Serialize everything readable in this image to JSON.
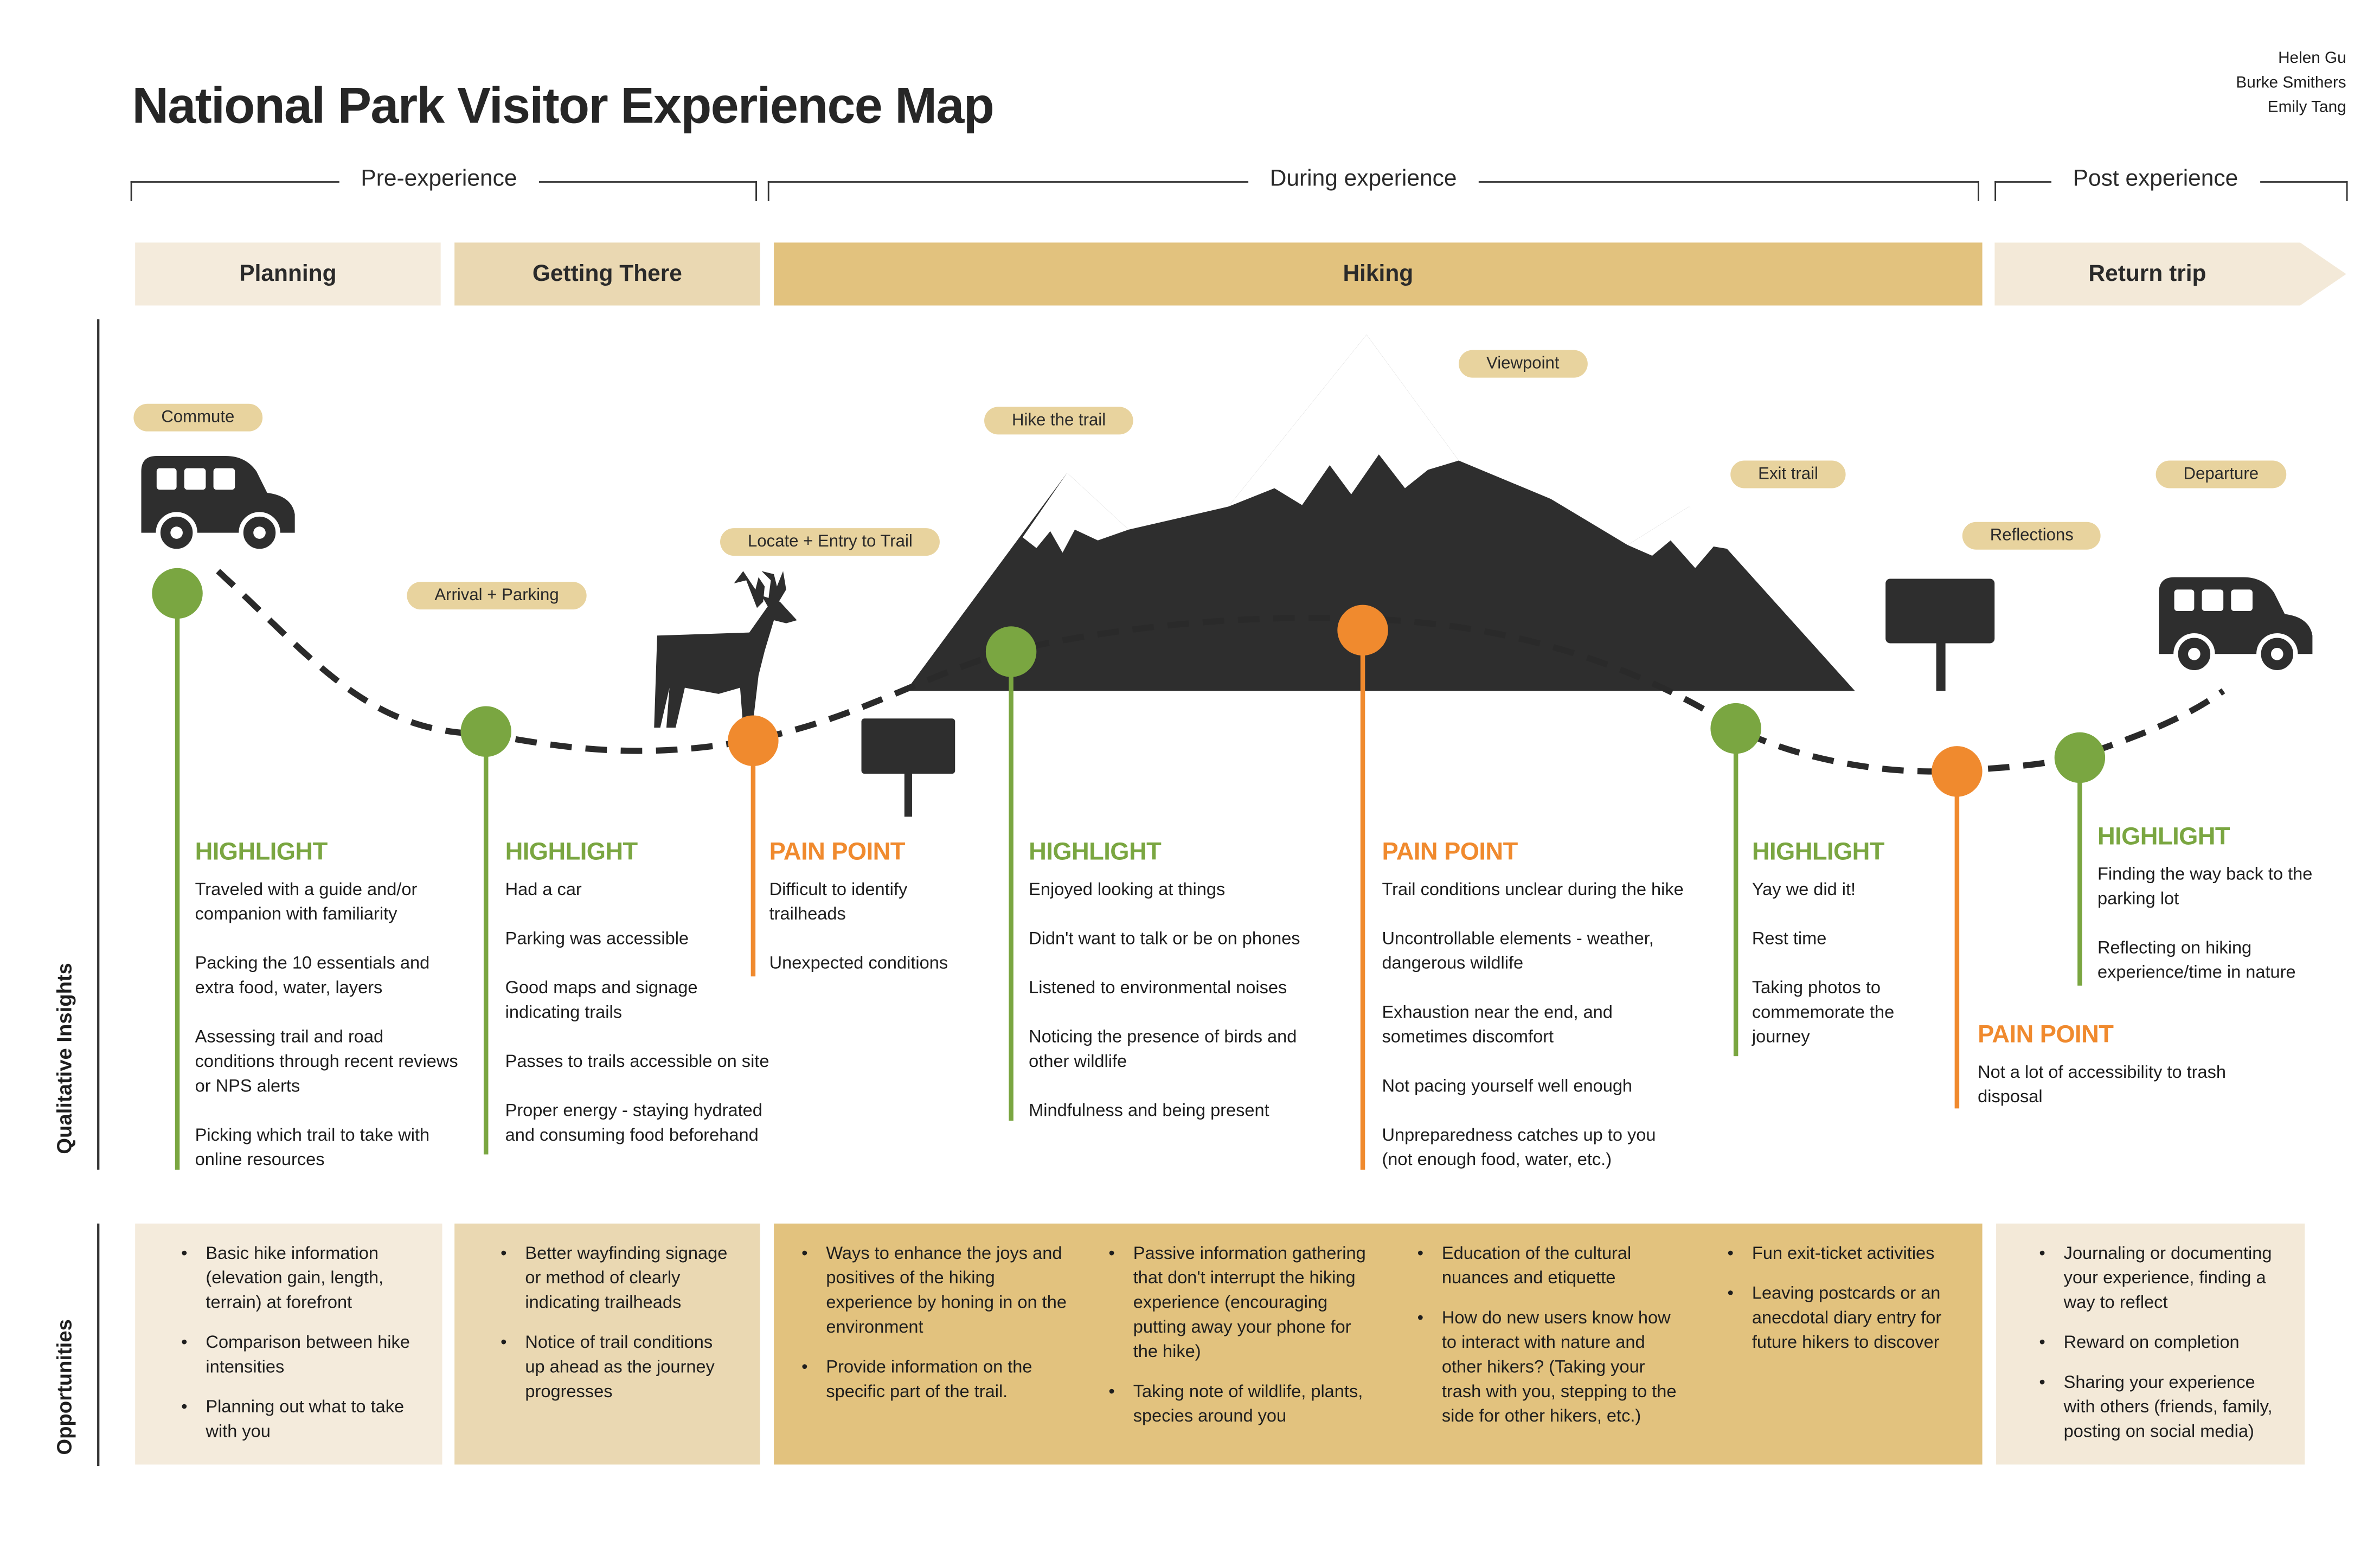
{
  "title": "National Park Visitor Experience Map",
  "authors": [
    "Helen Gu",
    "Burke Smithers",
    "Emily Tang"
  ],
  "phases": {
    "pre": "Pre-experience",
    "during": "During experience",
    "post": "Post experience"
  },
  "stages": {
    "planning": "Planning",
    "getting_there": "Getting There",
    "hiking": "Hiking",
    "return_trip": "Return trip"
  },
  "touchpoints": {
    "commute": "Commute",
    "arrival": "Arrival + Parking",
    "locate": "Locate + Entry to Trail",
    "hike": "Hike the trail",
    "viewpoint": "Viewpoint",
    "exit": "Exit trail",
    "reflections": "Reflections",
    "departure": "Departure"
  },
  "row_labels": {
    "insights": "Qualitative Insights",
    "opportunities": "Opportunities"
  },
  "insights": {
    "planning": {
      "heading": "HIGHLIGHT",
      "items": [
        "Traveled with a guide and/or companion with familiarity",
        "Packing the 10 essentials and extra food, water, layers",
        "Assessing trail and road conditions through recent reviews or NPS alerts",
        "Picking which trail to take with online resources"
      ]
    },
    "getting_there": {
      "heading": "HIGHLIGHT",
      "items": [
        "Had a car",
        "Parking was accessible",
        "Good maps and signage indicating trails",
        "Passes to trails accessible on site",
        "Proper energy - staying hydrated and consuming food beforehand"
      ]
    },
    "trail_entry": {
      "heading": "PAIN POINT",
      "items": [
        "Difficult to identify trailheads",
        "Unexpected conditions"
      ]
    },
    "hike": {
      "heading": "HIGHLIGHT",
      "items": [
        "Enjoyed looking at things",
        "Didn't want to talk or be on phones",
        "Listened to environmental noises",
        "Noticing the presence of birds and other wildlife",
        "Mindfulness and being present"
      ]
    },
    "viewpoint": {
      "heading": "PAIN POINT",
      "items": [
        "Trail conditions unclear during the hike",
        "Uncontrollable elements - weather, dangerous wildlife",
        "Exhaustion near the end, and sometimes discomfort",
        "Not pacing yourself well enough",
        "Unpreparedness catches up to you (not enough food, water, etc.)"
      ]
    },
    "exit": {
      "heading": "HIGHLIGHT",
      "items": [
        "Yay we did it!",
        "Rest time",
        "Taking photos to commemorate the journey"
      ]
    },
    "reflections": {
      "heading": "PAIN POINT",
      "items": [
        "Not a lot of accessibility to trash disposal"
      ]
    },
    "departure": {
      "heading": "HIGHLIGHT",
      "items": [
        "Finding the way back to the parking lot",
        "Reflecting on hiking experience/time in nature"
      ]
    }
  },
  "opportunities": {
    "planning": [
      "Basic hike information (elevation gain, length, terrain) at forefront",
      "Comparison between hike intensities",
      "Planning out what to take with you"
    ],
    "getting_there": [
      "Better wayfinding signage or method of clearly indicating trailheads",
      "Notice of trail conditions up ahead as the journey progresses"
    ],
    "hiking_1": [
      "Ways to enhance the joys and positives of the hiking experience by honing in on the environment",
      "Provide information on the specific part of the trail."
    ],
    "hiking_2": [
      "Passive information gathering that don't interrupt the hiking experience (encouraging putting away your phone for the hike)",
      "Taking note of wildlife, plants, species around you"
    ],
    "hiking_3": [
      "Education of the cultural nuances and etiquette",
      "How do new users know how to interact with nature and other hikers? (Taking your trash with you, stepping to the side for other hikers, etc.)"
    ],
    "hiking_4": [
      "Fun exit-ticket activities",
      "Leaving postcards or an anecdotal diary entry for future hikers to discover"
    ],
    "return_trip": [
      "Journaling or documenting your experience, finding a way to reflect",
      "Reward on completion",
      "Sharing your experience with others (friends, family, posting on social media)"
    ]
  },
  "colors": {
    "highlight": "#7aa641",
    "pain_point": "#f08a2e",
    "planning_bg": "#f4ebdc",
    "getting_there_bg": "#ead8b2",
    "hiking_bg": "#e2c27e",
    "return_bg": "#f3e9d8",
    "dark": "#2e2e2e"
  }
}
